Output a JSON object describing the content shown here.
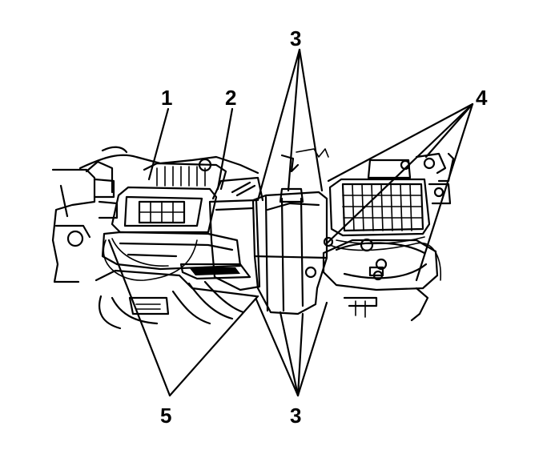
{
  "callouts": [
    {
      "id": "c1",
      "text": "1"
    },
    {
      "id": "c2",
      "text": "2"
    },
    {
      "id": "c3top",
      "text": "3"
    },
    {
      "id": "c4",
      "text": "4"
    },
    {
      "id": "c5",
      "text": "5"
    },
    {
      "id": "c3bot",
      "text": "3"
    }
  ]
}
